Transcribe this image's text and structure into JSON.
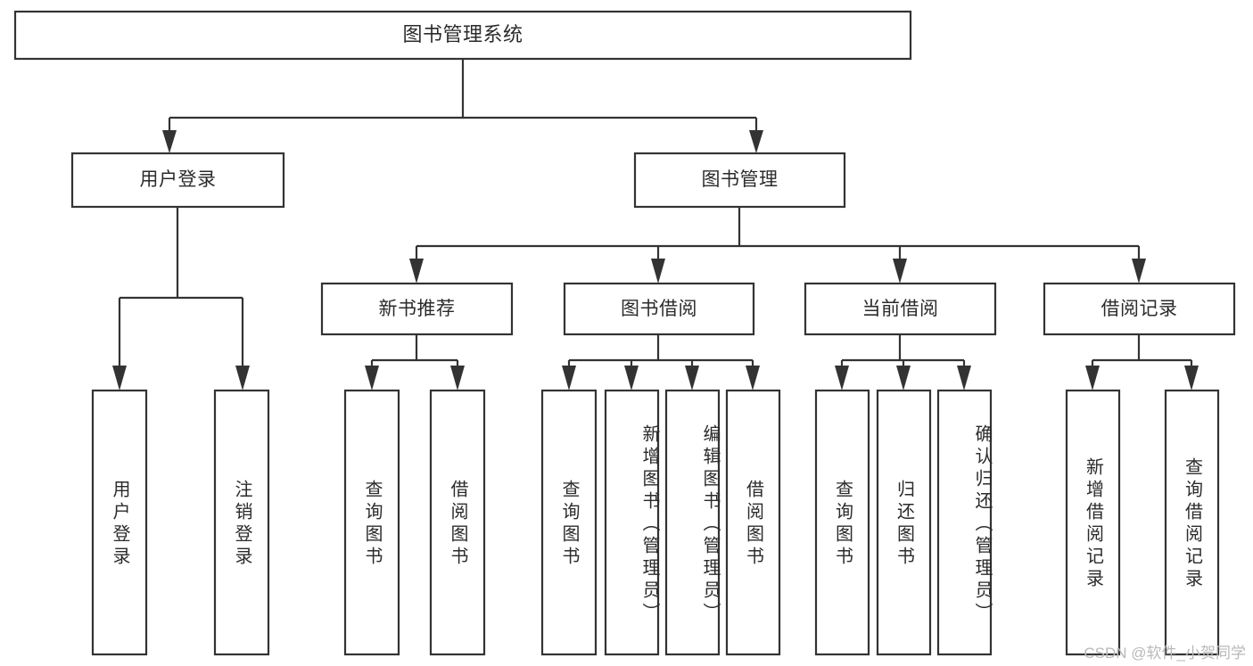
{
  "diagram": {
    "title": "图书管理系统",
    "type": "tree",
    "watermark": "CSDN @软件_小贺同学",
    "colors": {
      "box_stroke": "#333333",
      "box_fill": "#ffffff",
      "text": "#2b2b2b",
      "background": "#ffffff",
      "watermark": "#b9b9b9"
    },
    "levels": {
      "root": {
        "label": "图书管理系统"
      },
      "level2": [
        {
          "label": "用户登录"
        },
        {
          "label": "图书管理"
        }
      ],
      "level3": [
        {
          "label": "新书推荐"
        },
        {
          "label": "图书借阅"
        },
        {
          "label": "当前借阅"
        },
        {
          "label": "借阅记录"
        }
      ],
      "leaves": [
        {
          "label": "用户登录",
          "parent": "用户登录"
        },
        {
          "label": "注销登录",
          "parent": "用户登录"
        },
        {
          "label": "查询图书",
          "parent": "新书推荐"
        },
        {
          "label": "借阅图书",
          "parent": "新书推荐"
        },
        {
          "label": "查询图书",
          "parent": "图书借阅"
        },
        {
          "label": "新增图书（管理员）",
          "parent": "图书借阅"
        },
        {
          "label": "编辑图书（管理员）",
          "parent": "图书借阅"
        },
        {
          "label": "借阅图书",
          "parent": "图书借阅"
        },
        {
          "label": "查询图书",
          "parent": "当前借阅"
        },
        {
          "label": "归还图书",
          "parent": "当前借阅"
        },
        {
          "label": "确认归还（管理员）",
          "parent": "当前借阅"
        },
        {
          "label": "新增借阅记录",
          "parent": "借阅记录"
        },
        {
          "label": "查询借阅记录",
          "parent": "借阅记录"
        }
      ]
    }
  }
}
